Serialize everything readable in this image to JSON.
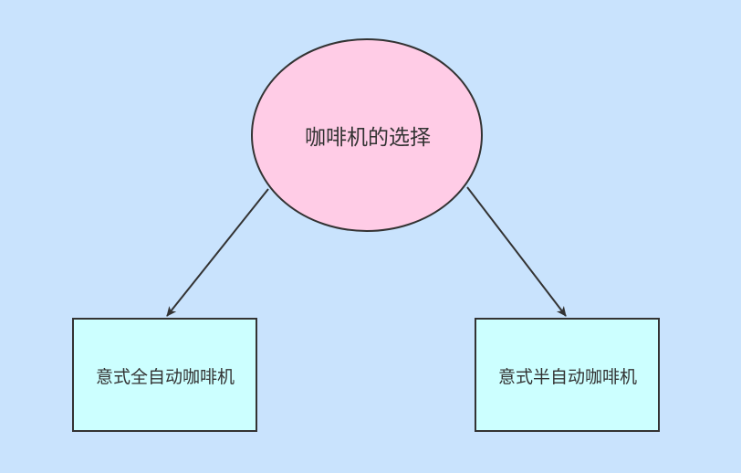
{
  "colors": {
    "background": "#c9e3fd",
    "root_fill": "#ffcce6",
    "child_fill": "#ccffff",
    "stroke": "#333333"
  },
  "diagram": {
    "root": {
      "label": "咖啡机的选择",
      "shape": "ellipse"
    },
    "children": [
      {
        "label": "意式全自动咖啡机",
        "shape": "rectangle"
      },
      {
        "label": "意式半自动咖啡机",
        "shape": "rectangle"
      }
    ],
    "edges": [
      {
        "from": "root",
        "to": "children.0",
        "arrow": "end"
      },
      {
        "from": "root",
        "to": "children.1",
        "arrow": "end"
      }
    ]
  }
}
